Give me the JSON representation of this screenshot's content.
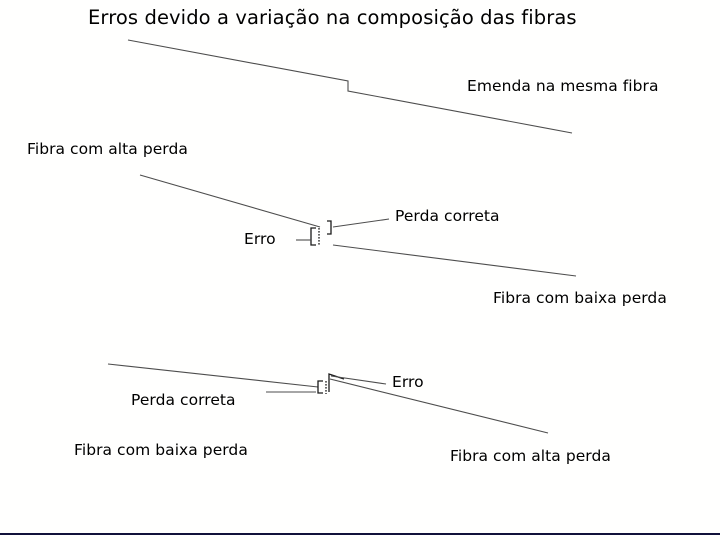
{
  "slide": {
    "title": "Erros devido a variação na composição das fibras",
    "background_color": "#fffffe",
    "trace_color": "#4d4d4d",
    "text_color": "#000000",
    "footer_rule_color": "#11113a"
  },
  "diagram1": {
    "name": "emenda-na-mesma-fibra",
    "labels": {
      "splice": "Emenda na mesma fibra"
    }
  },
  "diagram2": {
    "name": "fibra-alta-para-baixa-perda",
    "labels": {
      "fiber_left": "Fibra com alta perda",
      "error": "Erro",
      "correct_loss": "Perda correta",
      "fiber_right": "Fibra com baixa perda"
    }
  },
  "diagram3": {
    "name": "fibra-baixa-para-alta-perda",
    "labels": {
      "correct_loss": "Perda correta",
      "error": "Erro",
      "fiber_left": "Fibra com baixa perda",
      "fiber_right": "Fibra com alta perda"
    }
  }
}
